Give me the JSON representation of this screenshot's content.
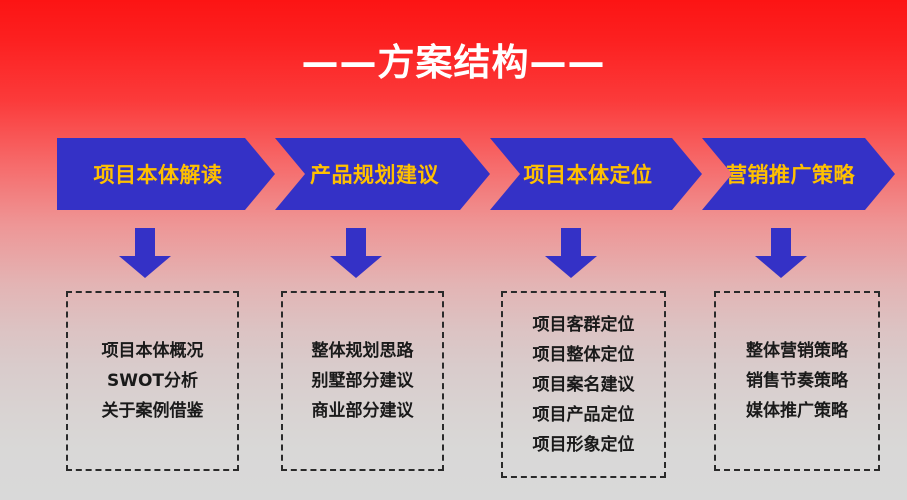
{
  "slide": {
    "title": "——方案结构——",
    "background": {
      "top_color": "#FC1414",
      "bottom_color": "#D9D9D9"
    },
    "accent_colors": {
      "chevron_fill": "#3431C6",
      "chevron_text": "#FFC000",
      "arrow_fill": "#3431C6",
      "box_border": "#2A2A2A",
      "box_text": "#1A1A1A",
      "title_text": "#FFFFFF"
    }
  },
  "stages": [
    {
      "chevron_label": "项目本体解读",
      "details": [
        "项目本体概况",
        "SWOT分析",
        "关于案例借鉴"
      ]
    },
    {
      "chevron_label": "产品规划建议",
      "details": [
        "整体规划思路",
        "别墅部分建议",
        "商业部分建议"
      ]
    },
    {
      "chevron_label": "项目本体定位",
      "details": [
        "项目客群定位",
        "项目整体定位",
        "项目案名建议",
        "项目产品定位",
        "项目形象定位"
      ]
    },
    {
      "chevron_label": "营销推广策略",
      "details": [
        "整体营销策略",
        "销售节奏策略",
        "媒体推广策略"
      ]
    }
  ]
}
